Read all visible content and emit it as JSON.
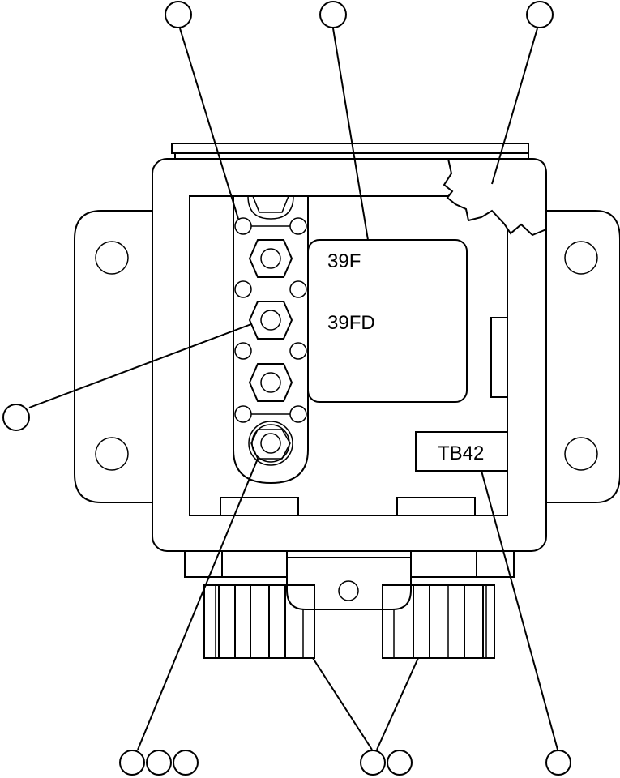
{
  "diagram": {
    "type": "technical-illustration",
    "subject": "terminal board junction box with bus bar studs and connectors",
    "panel_labels": {
      "terminal_upper": "39F",
      "terminal_lower": "39FD",
      "board_id": "TB42"
    },
    "callouts": {
      "top": [
        {
          "id": "callout-top-left",
          "target": "bus-bar-strap"
        },
        {
          "id": "callout-top-center",
          "target": "label-plate"
        },
        {
          "id": "callout-top-right",
          "target": "cover-cutaway"
        }
      ],
      "left": [
        {
          "id": "callout-left",
          "target": "terminal-stud-39FD"
        }
      ],
      "bottom": [
        {
          "id": "callout-bottom-group-1",
          "count": 3,
          "target": "ground-stud"
        },
        {
          "id": "callout-bottom-group-2",
          "count": 2,
          "target": "connectors"
        },
        {
          "id": "callout-bottom-right",
          "count": 1,
          "target": "TB42-tag"
        }
      ]
    }
  }
}
